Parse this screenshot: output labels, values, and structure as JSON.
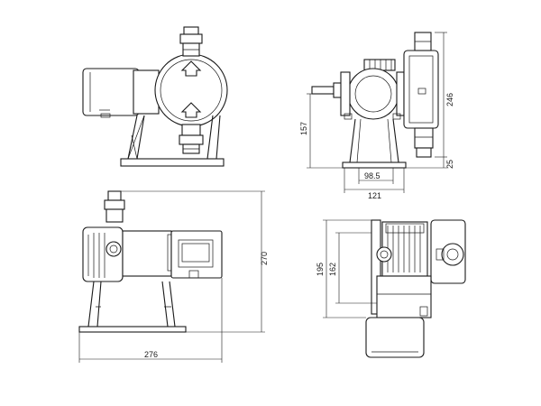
{
  "views": {
    "top_left": {
      "flow_arrows": [
        "up-arrow-icon",
        "up-arrow-icon"
      ]
    },
    "top_right": {
      "dims": {
        "d157": "157",
        "d246": "246",
        "d25": "25",
        "d98_5": "98.5",
        "d121": "121"
      }
    },
    "bottom_left": {
      "dims": {
        "d270": "270",
        "d276": "276"
      }
    },
    "bottom_right": {
      "dims": {
        "d195": "195",
        "d162": "162"
      }
    }
  },
  "colors": {
    "line": "#1a1a1a",
    "background": "#ffffff"
  }
}
